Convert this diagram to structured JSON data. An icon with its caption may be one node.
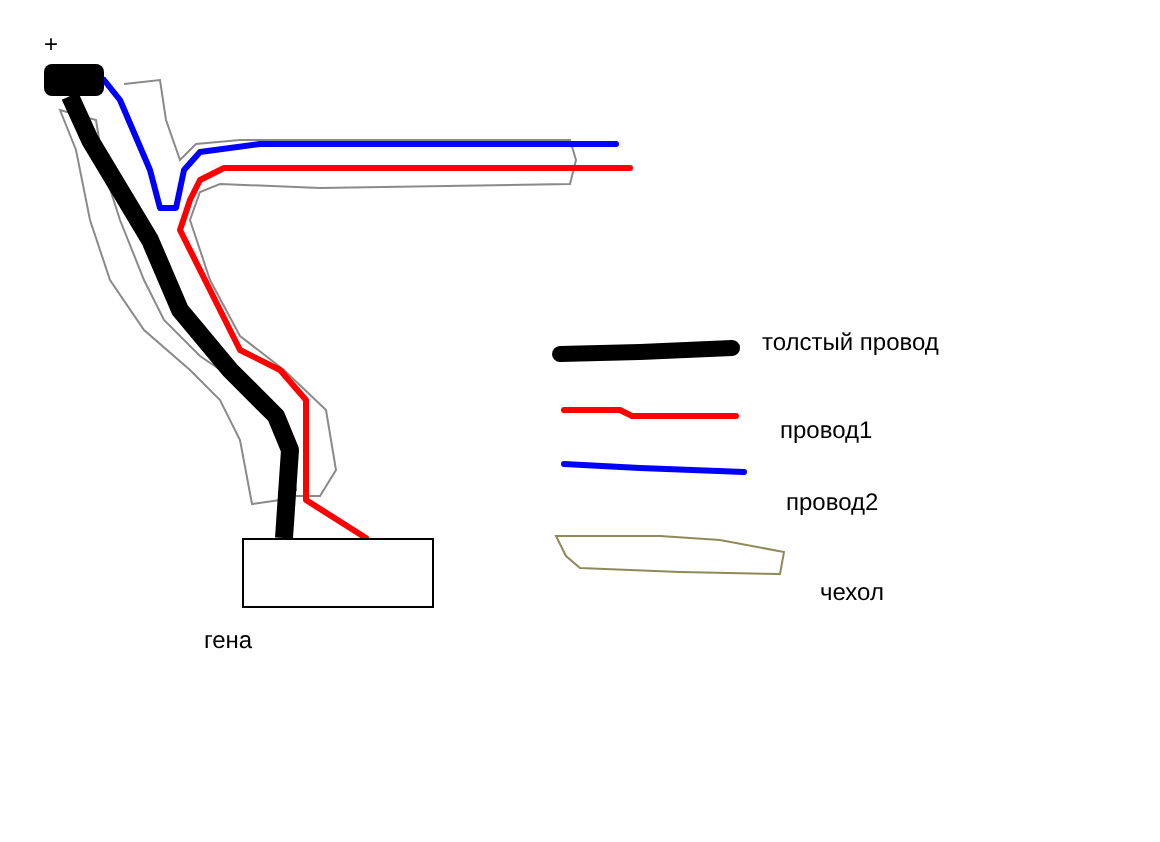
{
  "diagram": {
    "nodes": [
      {
        "text": [],
        "shape": "box",
        "beside": [
          "+"
        ]
      },
      {
        "text": [],
        "shape": "box",
        "beside": [
          "гена"
        ]
      }
    ],
    "edges": [
      {
        "from": 0,
        "to": 1,
        "arrow": "none",
        "style": "thick",
        "color": "#000000"
      },
      {
        "from": 1,
        "to": null,
        "arrow": "none",
        "color": "#ff0000"
      },
      {
        "from": 0,
        "to": null,
        "arrow": "none",
        "color": "#0000ff"
      }
    ],
    "legend": [
      {
        "text": "толстый провод"
      },
      {
        "text": "провод1"
      },
      {
        "text": "провод2"
      },
      {
        "text": "чехол"
      }
    ]
  }
}
